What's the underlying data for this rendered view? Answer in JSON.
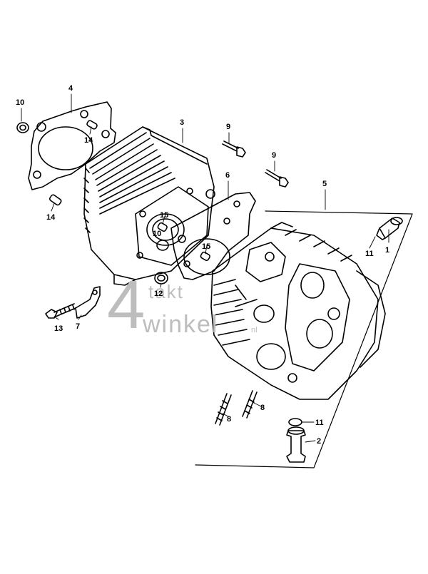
{
  "callouts": {
    "c1": "1",
    "c2": "2",
    "c3": "3",
    "c4": "4",
    "c5": "5",
    "c6": "6",
    "c7": "7",
    "c8a": "8",
    "c8b": "8",
    "c9a": "9",
    "c9b": "9",
    "c10a": "10",
    "c10b": "10",
    "c11a": "11",
    "c11b": "11",
    "c12": "12",
    "c13": "13",
    "c14a": "14",
    "c14b": "14",
    "c15a": "15",
    "c15b": "15"
  },
  "watermark": {
    "digit": "4",
    "line1": "takt",
    "line2": "winkel",
    "suffix": "nl"
  },
  "colors": {
    "ink": "#000000",
    "paper": "#ffffff",
    "watermark": "#b9b9b9"
  }
}
